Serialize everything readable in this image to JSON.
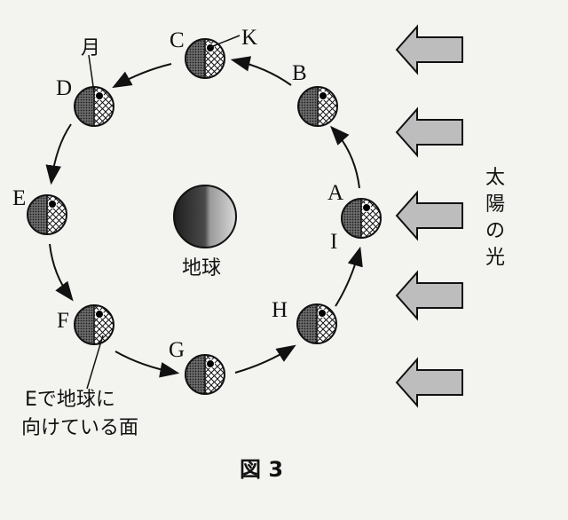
{
  "figure": {
    "caption": "図 3",
    "earth_label": "地球",
    "sun_label": "太陽の光",
    "moon_label": "月",
    "face_label": "K",
    "note_line1": "Eで地球に",
    "note_line2": "向けている面",
    "positions": [
      "A",
      "B",
      "C",
      "D",
      "E",
      "F",
      "G",
      "H",
      "I"
    ]
  },
  "colors": {
    "ink": "#111111",
    "arrow_fill": "#bdbdbd",
    "background": "#f3f3f0"
  }
}
